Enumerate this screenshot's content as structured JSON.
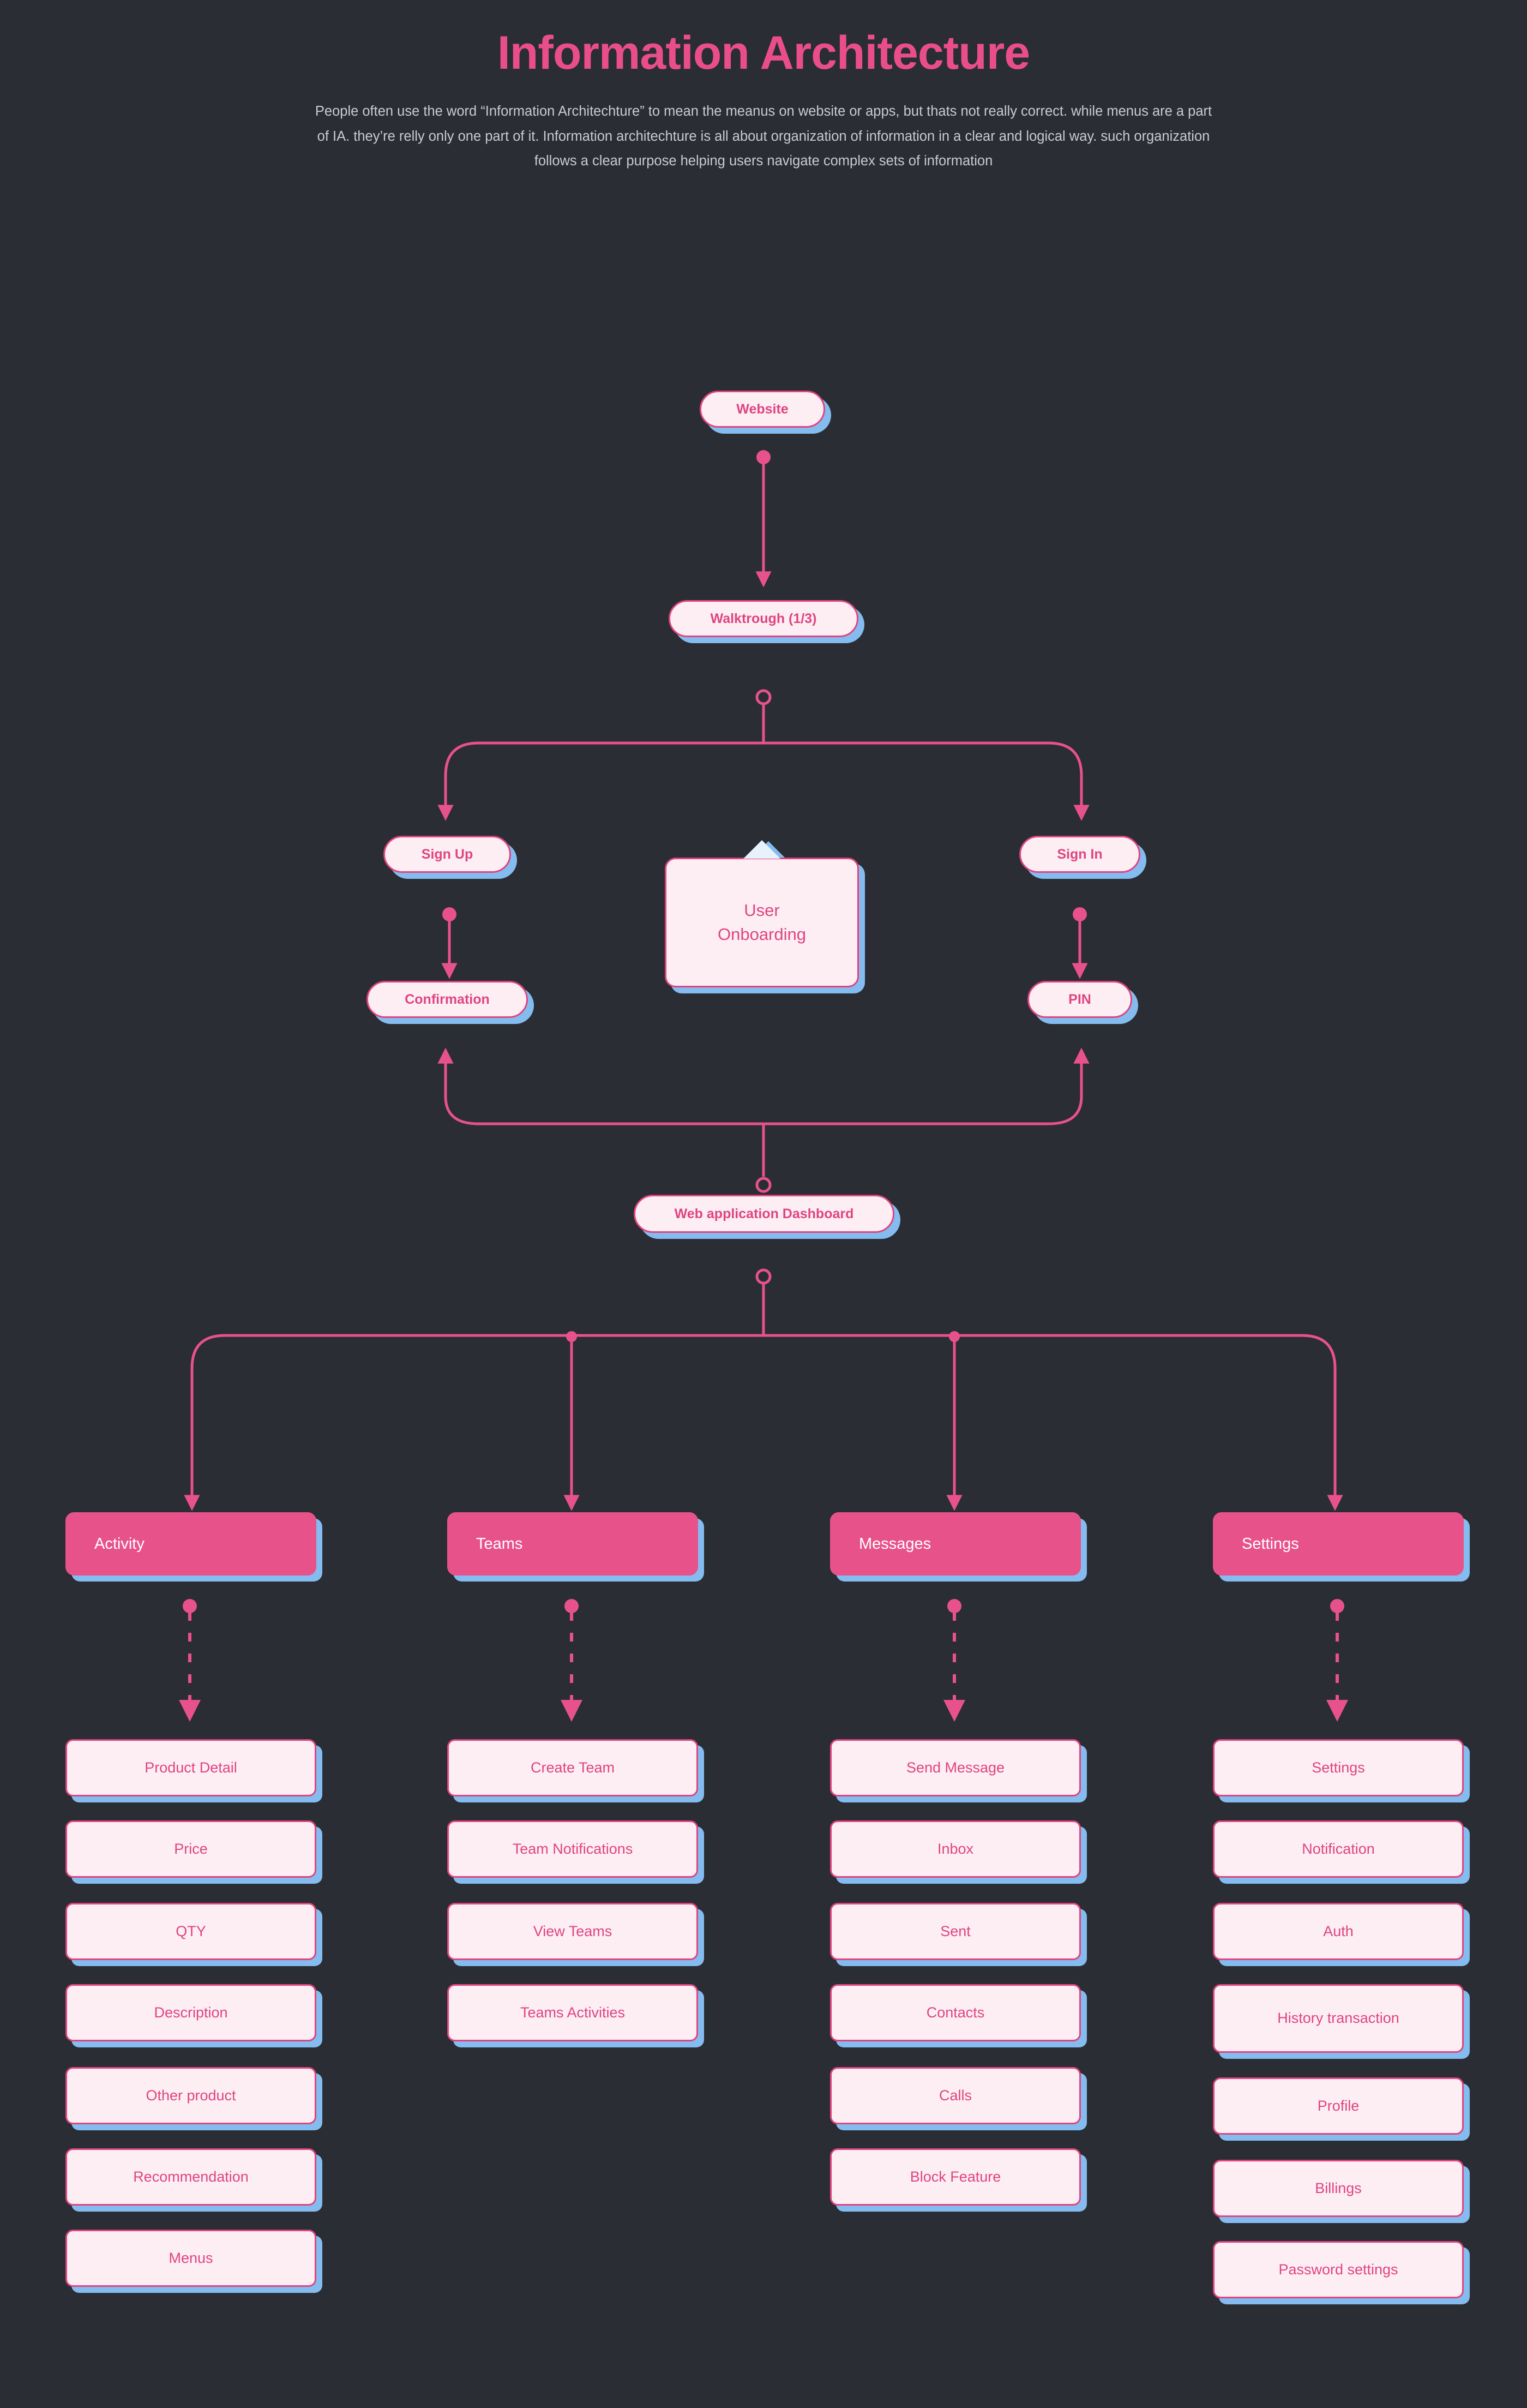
{
  "header": {
    "title": "Information Architecture",
    "description": "People often use the word “Information Architechture” to mean the meanus on website or apps, but thats not really correct. while menus are a part of IA. they’re relly only one part of it. Information architechture is all about organization of information in a clear and logical way. such organization follows a clear purpose helping users navigate complex sets of information"
  },
  "colors": {
    "background": "#2a2d33",
    "accent_pink": "#e8528a",
    "node_border": "#e0447f",
    "node_fill": "#fdeef4",
    "shadow_blue": "#84bcf0",
    "text_muted": "#c8cbd0",
    "cat_text": "#ffffff"
  },
  "flow": {
    "website": "Website",
    "walkthrough": "Walktrough (1/3)",
    "sign_up": "Sign  Up",
    "sign_in": "Sign In",
    "confirmation": "Confirmation",
    "pin": "PIN",
    "onboarding_line1": "User",
    "onboarding_line2": "Onboarding",
    "dashboard": "Web application Dashboard"
  },
  "columns": [
    {
      "header": "Activity",
      "items": [
        "Product Detail",
        "Price",
        "QTY",
        "Description",
        "Other product",
        "Recommendation",
        "Menus"
      ]
    },
    {
      "header": "Teams",
      "items": [
        "Create Team",
        "Team Notifications",
        "View Teams",
        "Teams Activities"
      ]
    },
    {
      "header": "Messages",
      "items": [
        "Send Message",
        "Inbox",
        "Sent",
        "Contacts",
        "Calls",
        "Block Feature"
      ]
    },
    {
      "header": "Settings",
      "items": [
        "Settings",
        "Notification",
        "Auth",
        "History transaction",
        "Profile",
        "Billings",
        "Password settings"
      ]
    }
  ]
}
